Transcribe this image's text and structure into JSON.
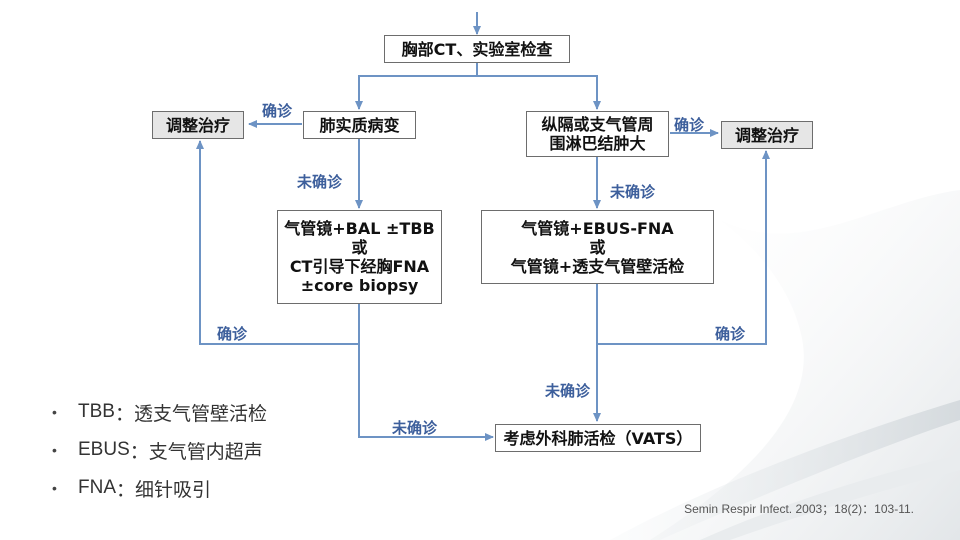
{
  "flowchart": {
    "start": "胸部CT、实验室检查",
    "left_branch": "肺实质病变",
    "right_branch": [
      "纵隔或支气管周",
      "围淋巴结肿大"
    ],
    "adjust_left": "调整治疗",
    "adjust_right": "调整治疗",
    "left_procedure": [
      "气管镜+BAL ±TBB",
      "或",
      "CT引导下经胸FNA",
      "±core biopsy"
    ],
    "right_procedure": [
      "气管镜+EBUS-FNA",
      "或",
      "气管镜+透支气管壁活检"
    ],
    "final": "考虑外科肺活检（VATS）",
    "labels": {
      "confirmed": "确诊",
      "unconfirmed": "未确诊"
    }
  },
  "abbreviations": [
    {
      "term": "TBB",
      "sep": "：",
      "meaning": "透支气管壁活检"
    },
    {
      "term": "EBUS",
      "sep": "：",
      "meaning": "支气管内超声"
    },
    {
      "term": "FNA",
      "sep": "：",
      "meaning": "细针吸引"
    }
  ],
  "bullet_symbol": "•",
  "citation": "Semin Respir Infect. 2003；18(2)：103-11.",
  "colors": {
    "arrow": "#6d93c4",
    "label_text": "#3d5f9c",
    "adjust_box_fill": "#e6e6e6"
  }
}
